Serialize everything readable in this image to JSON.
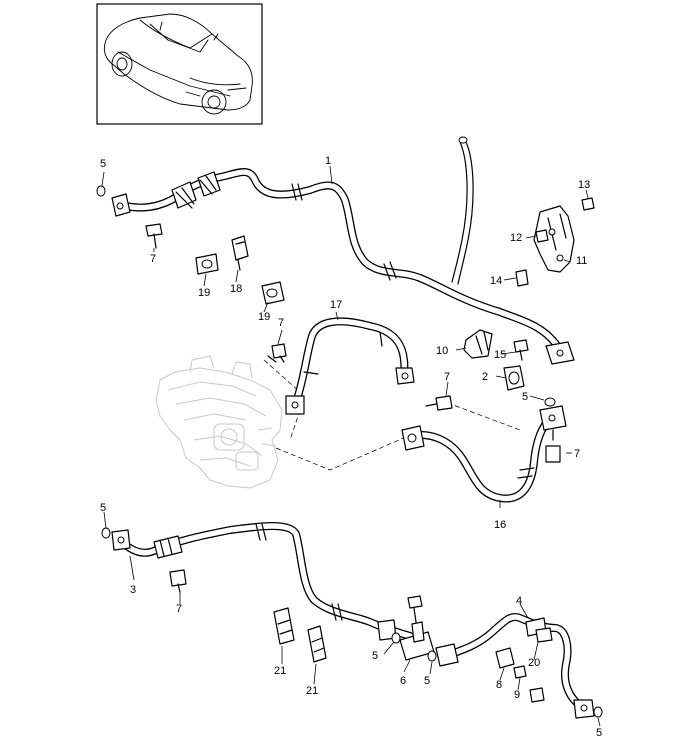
{
  "callouts": [
    {
      "id": "c1",
      "label": "1"
    },
    {
      "id": "c2",
      "label": "2"
    },
    {
      "id": "c3",
      "label": "3"
    },
    {
      "id": "c4",
      "label": "4"
    },
    {
      "id": "c5a",
      "label": "5"
    },
    {
      "id": "c5b",
      "label": "5"
    },
    {
      "id": "c5c",
      "label": "5"
    },
    {
      "id": "c5d",
      "label": "5"
    },
    {
      "id": "c5e",
      "label": "5"
    },
    {
      "id": "c5f",
      "label": "5"
    },
    {
      "id": "c6",
      "label": "6"
    },
    {
      "id": "c7a",
      "label": "7"
    },
    {
      "id": "c7b",
      "label": "7"
    },
    {
      "id": "c7c",
      "label": "7"
    },
    {
      "id": "c7d",
      "label": "7"
    },
    {
      "id": "c7e",
      "label": "7"
    },
    {
      "id": "c8",
      "label": "8"
    },
    {
      "id": "c9",
      "label": "9"
    },
    {
      "id": "c10",
      "label": "10"
    },
    {
      "id": "c11",
      "label": "11"
    },
    {
      "id": "c12",
      "label": "12"
    },
    {
      "id": "c13",
      "label": "13"
    },
    {
      "id": "c14",
      "label": "14"
    },
    {
      "id": "c15",
      "label": "15"
    },
    {
      "id": "c16",
      "label": "16"
    },
    {
      "id": "c17",
      "label": "17"
    },
    {
      "id": "c18",
      "label": "18"
    },
    {
      "id": "c19a",
      "label": "19"
    },
    {
      "id": "c19b",
      "label": "19"
    },
    {
      "id": "c20",
      "label": "20"
    },
    {
      "id": "c21a",
      "label": "21"
    },
    {
      "id": "c21b",
      "label": "21"
    }
  ]
}
